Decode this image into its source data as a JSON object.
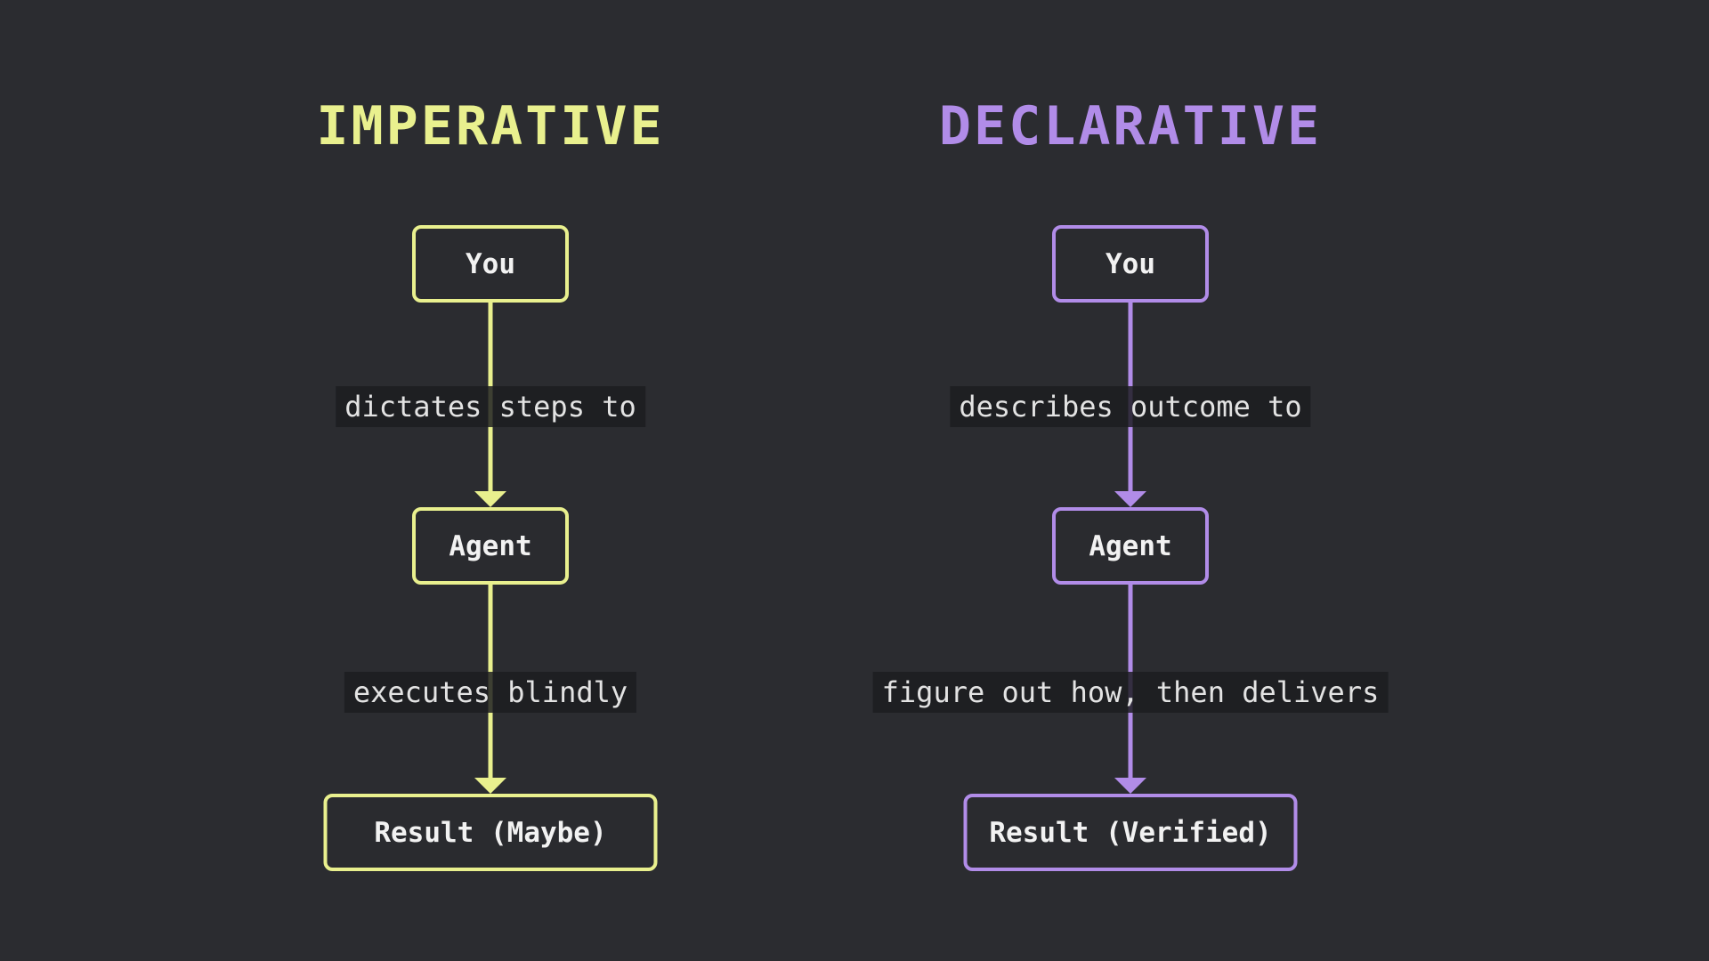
{
  "colors": {
    "background": "#2b2c30",
    "node_fill": "#2a2b2f",
    "node_text": "#f2f2f2",
    "edge_label_text": "#e3e3e3",
    "imperative_accent": "#e9f08e",
    "declarative_accent": "#b18ce8"
  },
  "columns": [
    {
      "id": "imperative",
      "title": "IMPERATIVE",
      "accent": "#e9f08e",
      "nodes": {
        "top": "You",
        "middle": "Agent",
        "bottom": "Result (Maybe)"
      },
      "edge1_label": "dictates steps to",
      "edge2_label": "executes blindly"
    },
    {
      "id": "declarative",
      "title": "DECLARATIVE",
      "accent": "#b18ce8",
      "nodes": {
        "top": "You",
        "middle": "Agent",
        "bottom": "Result (Verified)"
      },
      "edge1_label": "describes outcome to",
      "edge2_label": "figure out how, then delivers"
    }
  ]
}
